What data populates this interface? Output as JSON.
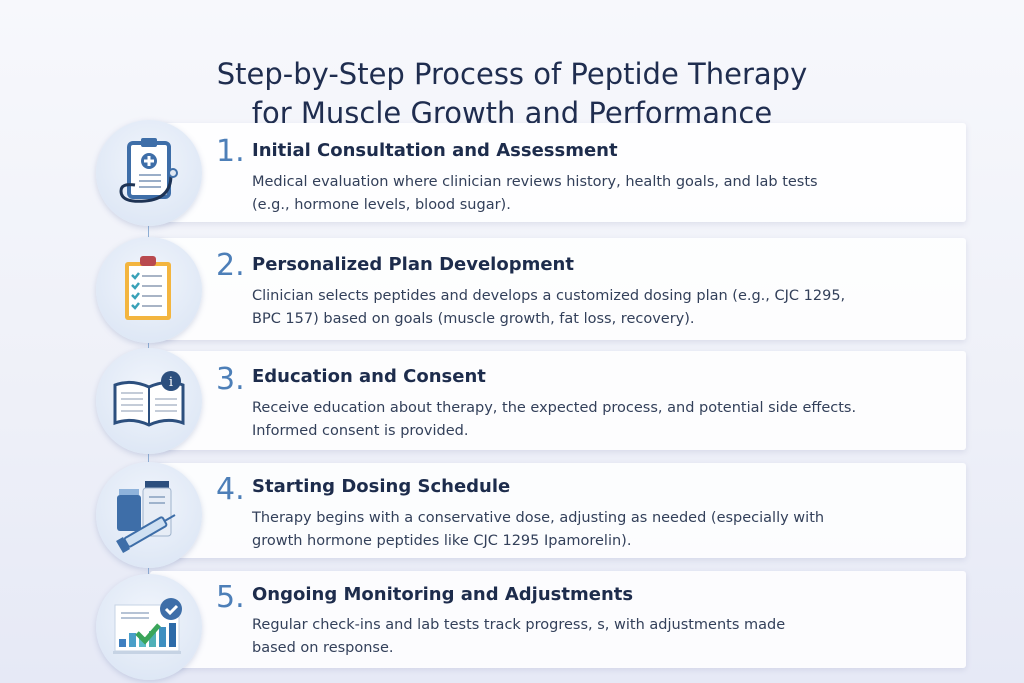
{
  "title_line1": "Step-by-Step Process of Peptide Therapy",
  "title_line2": "for Muscle Growth and Performance",
  "steps": [
    {
      "number": "1.",
      "title": "Initial Consultation and Assessment",
      "line1": "Medical evaluation where clinician reviews history, health goals, and lab tests",
      "line2": "(e.g., hormone levels, blood sugar).",
      "icon": "clipboard-stethoscope-icon"
    },
    {
      "number": "2.",
      "title": "Personalized Plan Development",
      "line1": "Clinician selects peptides and develops a customized dosing plan (e.g., CJC 1295,",
      "line2": "BPC 157) based on goals (muscle growth, fat loss, recovery).",
      "icon": "checklist-clipboard-icon"
    },
    {
      "number": "3.",
      "title": "Education and Consent",
      "line1": "Receive education about therapy, the expected process, and potential side effects.",
      "line2": "Informed consent is provided.",
      "icon": "book-info-icon"
    },
    {
      "number": "4.",
      "title": "Starting Dosing Schedule",
      "line1": "Therapy begins with a conservative dose, adjusting as needed (especially with",
      "line2": "growth hormone peptides like CJC 1295 Ipamorelin).",
      "icon": "vials-syringe-icon"
    },
    {
      "number": "5.",
      "title": "Ongoing Monitoring and Adjustments",
      "line1": "Regular check-ins and lab tests track progress, s, with adjustments made",
      "line2": "based on response.",
      "icon": "chart-check-icon"
    }
  ]
}
